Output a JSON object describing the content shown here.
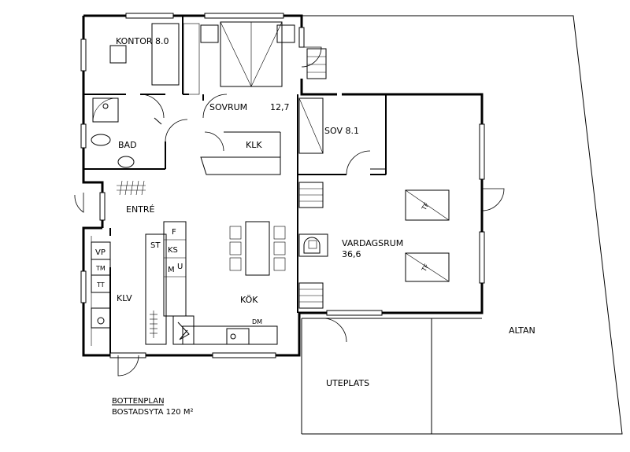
{
  "rooms": {
    "kontor": "KONTOR 8.0",
    "sovrum": "SOVRUM",
    "sovrum_area": "12,7",
    "sov": "SOV 8.1",
    "klk": "KLK",
    "bad": "BAD",
    "entre": "ENTRÉ",
    "klv": "KLV",
    "kok": "KÖK",
    "vardagsrum": "VARDAGSRUM",
    "vardagsrum_area": "36,6",
    "altan": "ALTAN",
    "uteplats": "UTEPLATS"
  },
  "fixtures": {
    "vp": "VP",
    "tm": "TM",
    "tt": "TT",
    "st": "ST",
    "f": "F",
    "ks": "KS",
    "m": "M",
    "u": "U",
    "dm": "DM",
    "tf1": "TF",
    "tf2": "TF"
  },
  "caption": {
    "title": "BOTTENPLAN",
    "area": "BOSTADSYTA  120 M²"
  }
}
